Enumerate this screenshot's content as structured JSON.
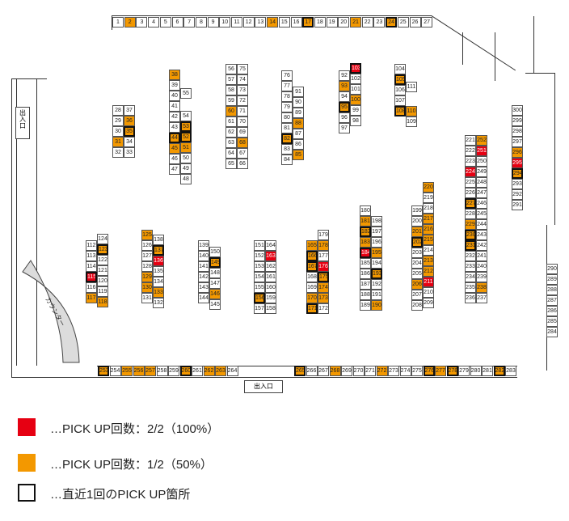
{
  "labels": {
    "exit_left": "出入口",
    "exit_bottom": "出入口",
    "counter": "カウンター"
  },
  "legend": [
    {
      "style": "red",
      "text": "…PICK UP回数：2/2（100%）"
    },
    {
      "style": "orange",
      "text": "…PICK UP回数：1/2（50%）"
    },
    {
      "style": "bold",
      "text": "…直近1回のPICK UP箇所"
    }
  ],
  "colors": {
    "orange": "#f39800",
    "red": "#e60012",
    "bold_border": "#111111"
  },
  "cells": [
    {
      "n": "1"
    },
    {
      "n": "2",
      "s": "o"
    },
    {
      "n": "3"
    },
    {
      "n": "4"
    },
    {
      "n": "5"
    },
    {
      "n": "6"
    },
    {
      "n": "7"
    },
    {
      "n": "8"
    },
    {
      "n": "9"
    },
    {
      "n": "10"
    },
    {
      "n": "11"
    },
    {
      "n": "12"
    },
    {
      "n": "13"
    },
    {
      "n": "14",
      "s": "o"
    },
    {
      "n": "15"
    },
    {
      "n": "16"
    },
    {
      "n": "17",
      "s": "o",
      "b": 1
    },
    {
      "n": "18"
    },
    {
      "n": "19"
    },
    {
      "n": "20"
    },
    {
      "n": "21",
      "s": "o"
    },
    {
      "n": "22"
    },
    {
      "n": "23"
    },
    {
      "n": "24",
      "s": "o",
      "b": 1
    },
    {
      "n": "25"
    },
    {
      "n": "26"
    },
    {
      "n": "27"
    },
    {
      "n": "28"
    },
    {
      "n": "29"
    },
    {
      "n": "30"
    },
    {
      "n": "31",
      "s": "o"
    },
    {
      "n": "32"
    },
    {
      "n": "33"
    },
    {
      "n": "34"
    },
    {
      "n": "35",
      "s": "o",
      "b": 1
    },
    {
      "n": "36",
      "s": "o"
    },
    {
      "n": "37"
    },
    {
      "n": "38",
      "s": "o"
    },
    {
      "n": "39"
    },
    {
      "n": "40"
    },
    {
      "n": "41"
    },
    {
      "n": "42"
    },
    {
      "n": "43"
    },
    {
      "n": "44",
      "s": "o",
      "b": 1
    },
    {
      "n": "45",
      "s": "o"
    },
    {
      "n": "46"
    },
    {
      "n": "47"
    },
    {
      "n": "48"
    },
    {
      "n": "49"
    },
    {
      "n": "50"
    },
    {
      "n": "51",
      "s": "o"
    },
    {
      "n": "52",
      "s": "o",
      "b": 1
    },
    {
      "n": "53",
      "s": "o",
      "b": 1
    },
    {
      "n": "54"
    },
    {
      "n": "55"
    },
    {
      "n": "56"
    },
    {
      "n": "57"
    },
    {
      "n": "58"
    },
    {
      "n": "59"
    },
    {
      "n": "60",
      "s": "o"
    },
    {
      "n": "61"
    },
    {
      "n": "62"
    },
    {
      "n": "63"
    },
    {
      "n": "64"
    },
    {
      "n": "65"
    },
    {
      "n": "66"
    },
    {
      "n": "67"
    },
    {
      "n": "68",
      "s": "o"
    },
    {
      "n": "69"
    },
    {
      "n": "70"
    },
    {
      "n": "71"
    },
    {
      "n": "72"
    },
    {
      "n": "73"
    },
    {
      "n": "74"
    },
    {
      "n": "75"
    },
    {
      "n": "76"
    },
    {
      "n": "77"
    },
    {
      "n": "78"
    },
    {
      "n": "79"
    },
    {
      "n": "80"
    },
    {
      "n": "81"
    },
    {
      "n": "82",
      "s": "o",
      "b": 1
    },
    {
      "n": "83"
    },
    {
      "n": "84"
    },
    {
      "n": "85",
      "s": "o"
    },
    {
      "n": "86"
    },
    {
      "n": "87"
    },
    {
      "n": "88",
      "s": "o"
    },
    {
      "n": "89"
    },
    {
      "n": "90"
    },
    {
      "n": "91"
    },
    {
      "n": "92"
    },
    {
      "n": "93",
      "s": "o"
    },
    {
      "n": "94"
    },
    {
      "n": "95",
      "s": "o",
      "b": 1
    },
    {
      "n": "96"
    },
    {
      "n": "97"
    },
    {
      "n": "98"
    },
    {
      "n": "99"
    },
    {
      "n": "100",
      "s": "o"
    },
    {
      "n": "101"
    },
    {
      "n": "102"
    },
    {
      "n": "103",
      "s": "r",
      "b": 1
    },
    {
      "n": "104"
    },
    {
      "n": "105",
      "s": "o",
      "b": 1
    },
    {
      "n": "106"
    },
    {
      "n": "107"
    },
    {
      "n": "108",
      "s": "o",
      "b": 1
    },
    {
      "n": "109"
    },
    {
      "n": "110",
      "s": "o"
    },
    {
      "n": "111"
    },
    {
      "n": "112"
    },
    {
      "n": "113"
    },
    {
      "n": "114"
    },
    {
      "n": "115",
      "s": "r",
      "b": 1
    },
    {
      "n": "116"
    },
    {
      "n": "117",
      "s": "o"
    },
    {
      "n": "118",
      "s": "o"
    },
    {
      "n": "119"
    },
    {
      "n": "120"
    },
    {
      "n": "121"
    },
    {
      "n": "122"
    },
    {
      "n": "123",
      "s": "o",
      "b": 1
    },
    {
      "n": "124"
    },
    {
      "n": "125",
      "s": "o"
    },
    {
      "n": "126"
    },
    {
      "n": "127"
    },
    {
      "n": "128"
    },
    {
      "n": "129",
      "s": "o"
    },
    {
      "n": "130",
      "s": "o"
    },
    {
      "n": "131"
    },
    {
      "n": "132"
    },
    {
      "n": "133",
      "s": "o"
    },
    {
      "n": "134"
    },
    {
      "n": "135"
    },
    {
      "n": "136",
      "s": "r"
    },
    {
      "n": "137",
      "s": "o",
      "b": 1
    },
    {
      "n": "138"
    },
    {
      "n": "139"
    },
    {
      "n": "140"
    },
    {
      "n": "141"
    },
    {
      "n": "142"
    },
    {
      "n": "143"
    },
    {
      "n": "144"
    },
    {
      "n": "145"
    },
    {
      "n": "146",
      "s": "o"
    },
    {
      "n": "147"
    },
    {
      "n": "148"
    },
    {
      "n": "149",
      "s": "o",
      "b": 1
    },
    {
      "n": "150"
    },
    {
      "n": "151"
    },
    {
      "n": "152"
    },
    {
      "n": "153"
    },
    {
      "n": "154"
    },
    {
      "n": "155"
    },
    {
      "n": "156",
      "s": "o",
      "b": 1
    },
    {
      "n": "157"
    },
    {
      "n": "158"
    },
    {
      "n": "159"
    },
    {
      "n": "160"
    },
    {
      "n": "161"
    },
    {
      "n": "162"
    },
    {
      "n": "163",
      "s": "r"
    },
    {
      "n": "164"
    },
    {
      "n": "165",
      "s": "o"
    },
    {
      "n": "166",
      "s": "o",
      "b": 1
    },
    {
      "n": "167",
      "s": "o",
      "b": 1
    },
    {
      "n": "168"
    },
    {
      "n": "169"
    },
    {
      "n": "170",
      "s": "o"
    },
    {
      "n": "171",
      "s": "o",
      "b": 1
    },
    {
      "n": "172"
    },
    {
      "n": "173",
      "s": "o"
    },
    {
      "n": "174",
      "s": "o"
    },
    {
      "n": "175",
      "s": "o",
      "b": 1
    },
    {
      "n": "176",
      "s": "r"
    },
    {
      "n": "177"
    },
    {
      "n": "178",
      "s": "o"
    },
    {
      "n": "179"
    },
    {
      "n": "180"
    },
    {
      "n": "181",
      "s": "o"
    },
    {
      "n": "182",
      "s": "o",
      "b": 1
    },
    {
      "n": "183",
      "s": "o"
    },
    {
      "n": "184",
      "s": "r",
      "b": 1
    },
    {
      "n": "185"
    },
    {
      "n": "186"
    },
    {
      "n": "187"
    },
    {
      "n": "188"
    },
    {
      "n": "189"
    },
    {
      "n": "190",
      "s": "o"
    },
    {
      "n": "191"
    },
    {
      "n": "192"
    },
    {
      "n": "193",
      "s": "o",
      "b": 1
    },
    {
      "n": "194"
    },
    {
      "n": "195",
      "s": "o"
    },
    {
      "n": "196"
    },
    {
      "n": "197"
    },
    {
      "n": "198"
    },
    {
      "n": "199"
    },
    {
      "n": "200"
    },
    {
      "n": "201",
      "s": "o"
    },
    {
      "n": "202",
      "s": "o",
      "b": 1
    },
    {
      "n": "203"
    },
    {
      "n": "204"
    },
    {
      "n": "205"
    },
    {
      "n": "206",
      "s": "o"
    },
    {
      "n": "207"
    },
    {
      "n": "208"
    },
    {
      "n": "209"
    },
    {
      "n": "210"
    },
    {
      "n": "211",
      "s": "r"
    },
    {
      "n": "212",
      "s": "o"
    },
    {
      "n": "213",
      "s": "o"
    },
    {
      "n": "214"
    },
    {
      "n": "215",
      "s": "o"
    },
    {
      "n": "216",
      "s": "o"
    },
    {
      "n": "217",
      "s": "o"
    },
    {
      "n": "218"
    },
    {
      "n": "219"
    },
    {
      "n": "220",
      "s": "o"
    },
    {
      "n": "221"
    },
    {
      "n": "222"
    },
    {
      "n": "223"
    },
    {
      "n": "224",
      "s": "r"
    },
    {
      "n": "225"
    },
    {
      "n": "226"
    },
    {
      "n": "227",
      "s": "o",
      "b": 1
    },
    {
      "n": "228"
    },
    {
      "n": "229",
      "s": "o"
    },
    {
      "n": "230",
      "s": "o",
      "b": 1
    },
    {
      "n": "231",
      "s": "o",
      "b": 1
    },
    {
      "n": "232"
    },
    {
      "n": "233"
    },
    {
      "n": "234"
    },
    {
      "n": "235"
    },
    {
      "n": "236"
    },
    {
      "n": "237"
    },
    {
      "n": "238",
      "s": "o"
    },
    {
      "n": "239"
    },
    {
      "n": "240"
    },
    {
      "n": "241"
    },
    {
      "n": "242"
    },
    {
      "n": "243"
    },
    {
      "n": "244"
    },
    {
      "n": "245"
    },
    {
      "n": "246"
    },
    {
      "n": "247"
    },
    {
      "n": "248"
    },
    {
      "n": "249"
    },
    {
      "n": "250"
    },
    {
      "n": "251",
      "s": "r"
    },
    {
      "n": "252",
      "s": "o"
    },
    {
      "n": "253",
      "s": "o",
      "b": 1
    },
    {
      "n": "254"
    },
    {
      "n": "255",
      "s": "o"
    },
    {
      "n": "256",
      "s": "o"
    },
    {
      "n": "257",
      "s": "o"
    },
    {
      "n": "258"
    },
    {
      "n": "259"
    },
    {
      "n": "260",
      "s": "o",
      "b": 1
    },
    {
      "n": "261"
    },
    {
      "n": "262",
      "s": "o"
    },
    {
      "n": "263",
      "s": "o"
    },
    {
      "n": "264"
    },
    {
      "n": "265",
      "s": "o",
      "b": 1
    },
    {
      "n": "266"
    },
    {
      "n": "267"
    },
    {
      "n": "268",
      "s": "o"
    },
    {
      "n": "269"
    },
    {
      "n": "270"
    },
    {
      "n": "271"
    },
    {
      "n": "272",
      "s": "o"
    },
    {
      "n": "273"
    },
    {
      "n": "274"
    },
    {
      "n": "275"
    },
    {
      "n": "276",
      "s": "o",
      "b": 1
    },
    {
      "n": "277",
      "s": "o"
    },
    {
      "n": "278",
      "s": "o",
      "b": 1
    },
    {
      "n": "279"
    },
    {
      "n": "280"
    },
    {
      "n": "281"
    },
    {
      "n": "282",
      "s": "o",
      "b": 1
    },
    {
      "n": "283"
    },
    {
      "n": "284"
    },
    {
      "n": "285"
    },
    {
      "n": "286"
    },
    {
      "n": "287"
    },
    {
      "n": "288"
    },
    {
      "n": "289"
    },
    {
      "n": "290"
    },
    {
      "n": "291"
    },
    {
      "n": "292"
    },
    {
      "n": "293"
    },
    {
      "n": "294",
      "s": "o",
      "b": 1
    },
    {
      "n": "295",
      "s": "r"
    },
    {
      "n": "296",
      "s": "o"
    },
    {
      "n": "297"
    },
    {
      "n": "298"
    },
    {
      "n": "299"
    },
    {
      "n": "300"
    }
  ]
}
